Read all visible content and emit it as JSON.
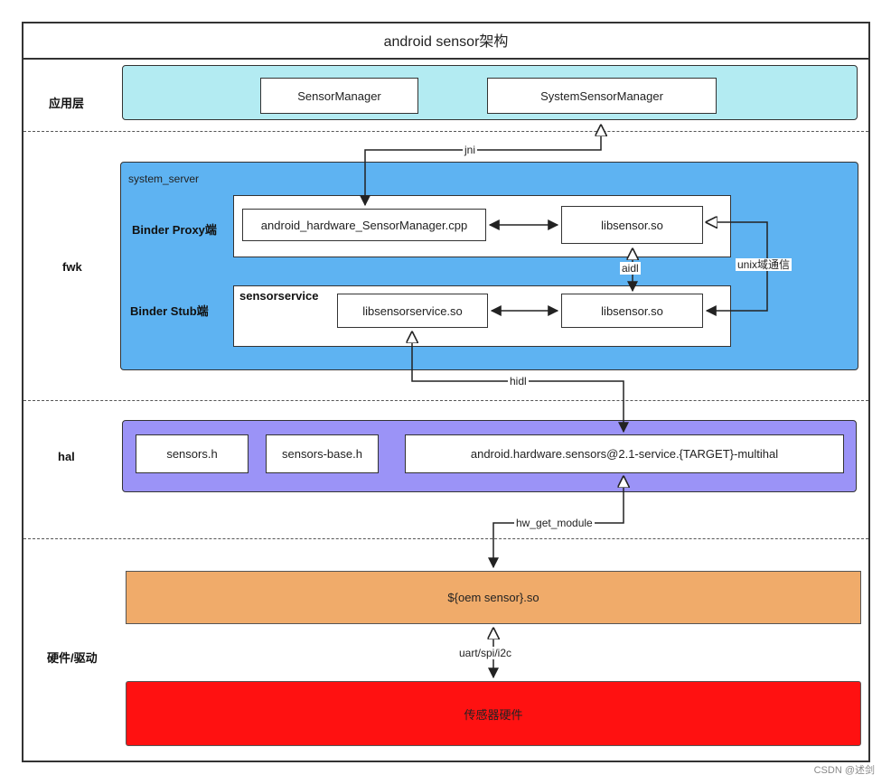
{
  "title": "android sensor架构",
  "layers": {
    "app": "应用层",
    "fwk": "fwk",
    "hal": "hal",
    "hw": "硬件/驱动"
  },
  "app_layer": {
    "sensor_manager": "SensorManager",
    "system_sensor_manager": "SystemSensorManager"
  },
  "fwk_layer": {
    "system_server": "system_server",
    "binder_proxy": "Binder Proxy端",
    "binder_stub": "Binder Stub端",
    "sensorservice": "sensorservice",
    "jni_cpp": "android_hardware_SensorManager.cpp",
    "libsensor_top": "libsensor.so",
    "libsensorservice": "libsensorservice.so",
    "libsensor_bottom": "libsensor.so"
  },
  "hal_layer": {
    "sensors_h": "sensors.h",
    "sensors_base_h": "sensors-base.h",
    "service": "android.hardware.sensors@2.1-service.{TARGET}-multihal"
  },
  "hw_layer": {
    "oem_so": "${oem sensor}.so",
    "hardware": "传感器硬件"
  },
  "edges": {
    "jni": "jni",
    "aidl": "aidl",
    "unix": "unix域通信",
    "hidl": "hidl",
    "hw_get_module": "hw_get_module",
    "bus": "uart/spi/i2c"
  },
  "watermark": "CSDN @述剑",
  "colors": {
    "app_bg": "#b3ebf2",
    "fwk_bg": "#5eb3f2",
    "hal_bg": "#9b93f7",
    "oem_bg": "#f0ab6a",
    "hw_bg": "#ff1111"
  }
}
